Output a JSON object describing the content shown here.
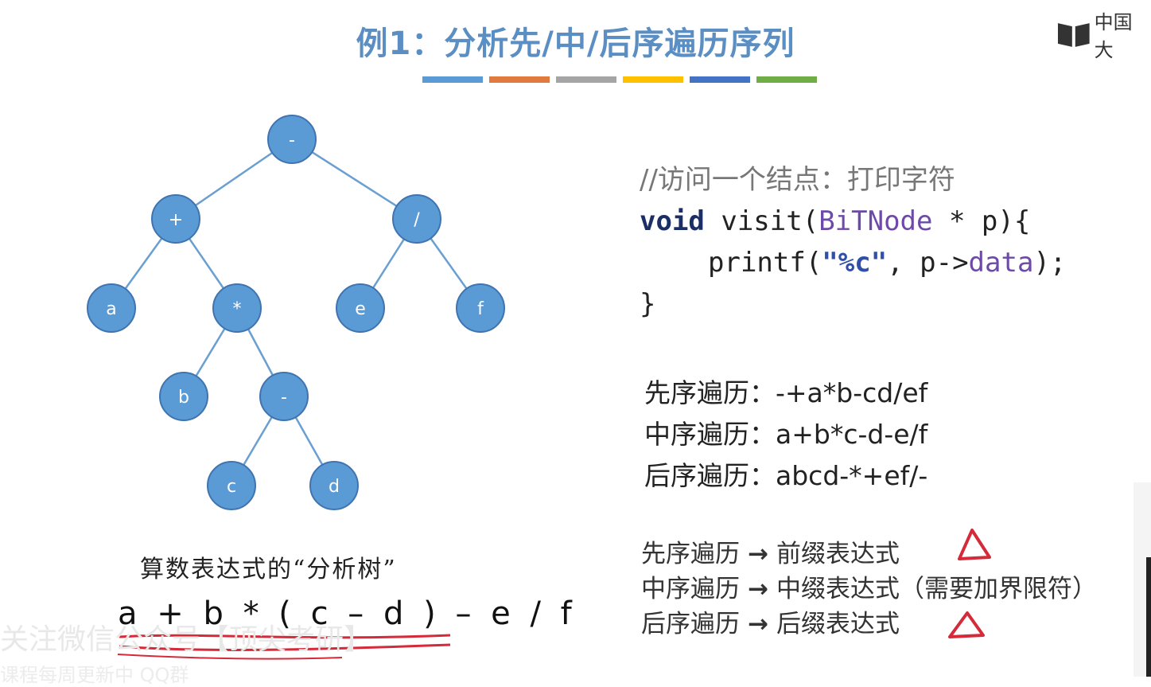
{
  "title": "例1：分析先/中/后序遍历序列",
  "title_bar_colors": [
    "#5b9bd5",
    "#e07a3f",
    "#a5a5a5",
    "#ffc000",
    "#4472c4",
    "#70ad47"
  ],
  "logo": {
    "text": "中国大",
    "icon": "open-book-icon"
  },
  "node_color": "#5b9bd5",
  "node_edge_color": "#3f74b0",
  "edge_color": "#6a9fd1",
  "tree": {
    "nodes": [
      {
        "id": "root",
        "label": "-"
      },
      {
        "id": "plus",
        "label": "+"
      },
      {
        "id": "div",
        "label": "/"
      },
      {
        "id": "a",
        "label": "a"
      },
      {
        "id": "mul",
        "label": "*"
      },
      {
        "id": "e",
        "label": "e"
      },
      {
        "id": "f",
        "label": "f"
      },
      {
        "id": "b",
        "label": "b"
      },
      {
        "id": "minus",
        "label": "-"
      },
      {
        "id": "c",
        "label": "c"
      },
      {
        "id": "d",
        "label": "d"
      }
    ],
    "edges": [
      [
        "root",
        "plus"
      ],
      [
        "root",
        "div"
      ],
      [
        "plus",
        "a"
      ],
      [
        "plus",
        "mul"
      ],
      [
        "div",
        "e"
      ],
      [
        "div",
        "f"
      ],
      [
        "mul",
        "b"
      ],
      [
        "mul",
        "minus"
      ],
      [
        "minus",
        "c"
      ],
      [
        "minus",
        "d"
      ]
    ]
  },
  "caption": "算数表达式的“分析树”",
  "expression": "a + b * ( c – d ) – e / f",
  "code": {
    "comment": "//访问一个结点：打印字符",
    "line1_kw": "void",
    "line1_fn": " visit(",
    "line1_type": "BiTNode",
    "line1_rest": " * p){",
    "line2_fn": "printf(",
    "line2_str": "\"%c\"",
    "line2_mid": ", p->",
    "line2_field": "data",
    "line2_end": ");",
    "line3": "}"
  },
  "traversals": [
    {
      "label": "先序遍历：",
      "value": "-+a*b-cd/ef"
    },
    {
      "label": "中序遍历：",
      "value": "a+b*c-d-e/f"
    },
    {
      "label": "后序遍历：",
      "value": "abcd-*+ef/-"
    }
  ],
  "notes": [
    {
      "left": "先序遍历",
      "right": "前缀表达式"
    },
    {
      "left": "中序遍历",
      "right": "中缀表达式（需要加界限符）"
    },
    {
      "left": "后序遍历",
      "right": "后缀表达式"
    }
  ],
  "arrow_symbol": "→",
  "annotation_color": "#d42a3a",
  "watermark": "关注微信公众号【顶尖考研】",
  "watermark2": "课程每周更新中 QQ群"
}
